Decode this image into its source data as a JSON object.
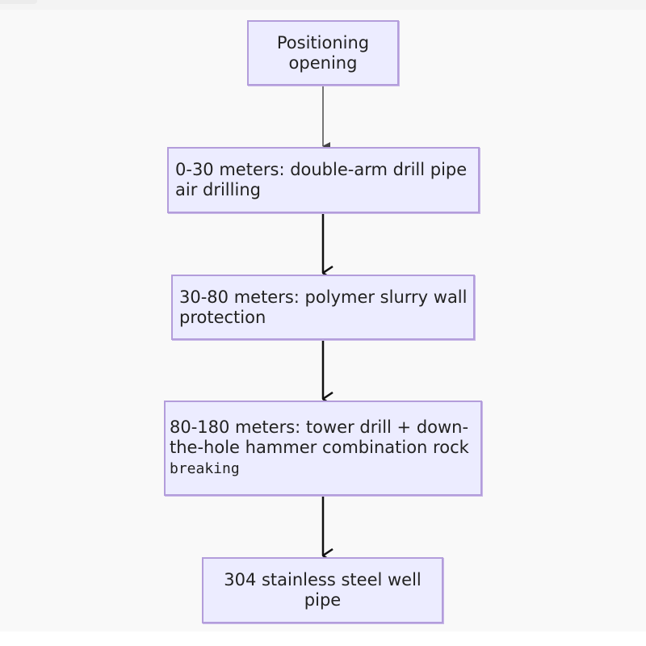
{
  "flowchart": {
    "nodes": [
      {
        "id": "n1",
        "label": "Positioning opening"
      },
      {
        "id": "n2",
        "label": "0-30 meters: double-arm drill pipe air drilling"
      },
      {
        "id": "n3",
        "label": "30-80 meters: polymer slurry wall protection"
      },
      {
        "id": "n4",
        "label_main": "80-180 meters: tower drill + down-the-hole hammer combination rock",
        "label_tail": "breaking"
      },
      {
        "id": "n5",
        "label": "304 stainless steel well pipe"
      }
    ],
    "edges": [
      {
        "from": "n1",
        "to": "n2"
      },
      {
        "from": "n2",
        "to": "n3"
      },
      {
        "from": "n3",
        "to": "n4"
      },
      {
        "from": "n4",
        "to": "n5"
      }
    ],
    "colors": {
      "node_fill": "#ececff",
      "node_border": "#b39ddb",
      "edge_first": "#555555",
      "edge": "#111111"
    }
  }
}
